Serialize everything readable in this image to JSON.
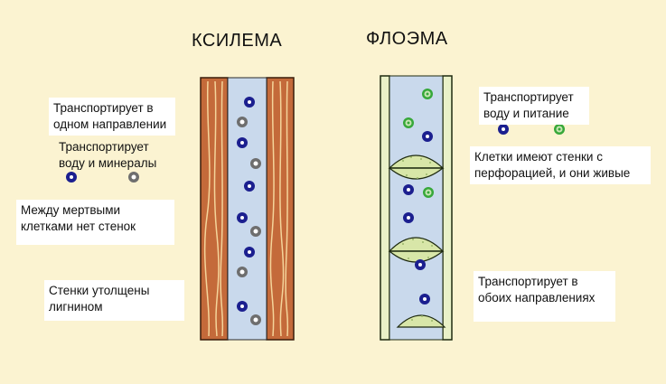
{
  "titles": {
    "xylem": "КСИЛЕМА",
    "phloem": "ФЛОЭМА"
  },
  "xylem_labels": {
    "one_direction": [
      "Транспортирует в",
      "одном направлении"
    ],
    "water_minerals": [
      "Транспортирует",
      "воду и минералы"
    ],
    "no_walls": [
      "Между мертвыми",
      "клетками нет стенок"
    ],
    "lignin": [
      "Стенки утолщены",
      "лигнином"
    ]
  },
  "phloem_labels": {
    "water_food": [
      "Транспортирует",
      "воду и питание"
    ],
    "perforated": [
      "Клетки имеют стенки с",
      "перфорацией, и они живые"
    ],
    "both_directions": [
      "Транспортирует в",
      "обоих направлениях"
    ]
  },
  "legend": {
    "water": "blue-dot-icon",
    "minerals": "grey-ring-icon",
    "food": "green-ring-icon"
  },
  "colors": {
    "background": "#fbf3d1",
    "vessel_fill": "#c9d9ec",
    "wood": "#c46a3a",
    "water_dot": "#1b1f8f",
    "mineral_ring": "#6e6e6e",
    "food_ring": "#37a83a",
    "sieve_plate": "#d8e6a8",
    "phloem_wall": "#1e2a10"
  }
}
